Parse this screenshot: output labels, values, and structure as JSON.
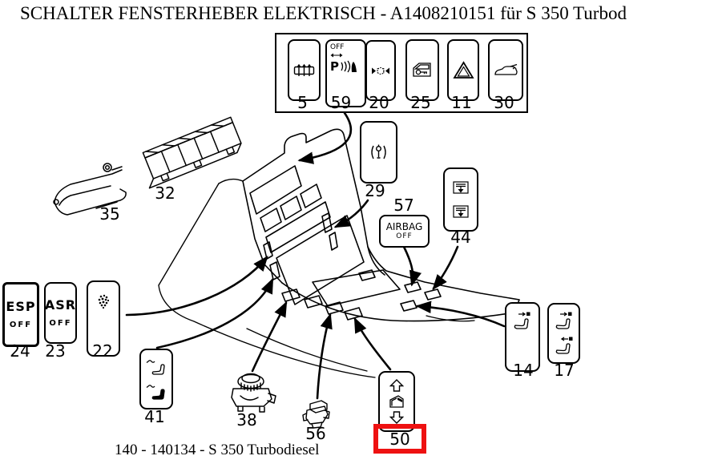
{
  "title": "SCHALTER FENSTERHEBER ELEKTRISCH - A1408210151 für S 350 Turbod",
  "caption": "140 - 140134 - S 350 Turbodiesel",
  "highlight": {
    "part": "50",
    "color": "#ee1111"
  },
  "top_panel": {
    "switches": [
      {
        "number": "5",
        "icon": "rear-window-defrost"
      },
      {
        "number": "59",
        "icon": "parktronic",
        "text_off": "OFF",
        "text_p": "P"
      },
      {
        "number": "20",
        "icon": "roller-blind"
      },
      {
        "number": "25",
        "icon": "central-locking"
      },
      {
        "number": "11",
        "icon": "hazard-warning"
      },
      {
        "number": "30",
        "icon": "trunk-release"
      }
    ]
  },
  "switch_texts": {
    "esp": "ESP",
    "asr": "ASR",
    "off": "OFF",
    "airbag": "AIRBAG"
  },
  "labels": {
    "p35": "35",
    "p32": "32",
    "p29": "29",
    "p57": "57",
    "p44": "44",
    "p24": "24",
    "p23": "23",
    "p22": "22",
    "p41": "41",
    "p38": "38",
    "p56": "56",
    "p50": "50",
    "p14": "14",
    "p17": "17"
  }
}
